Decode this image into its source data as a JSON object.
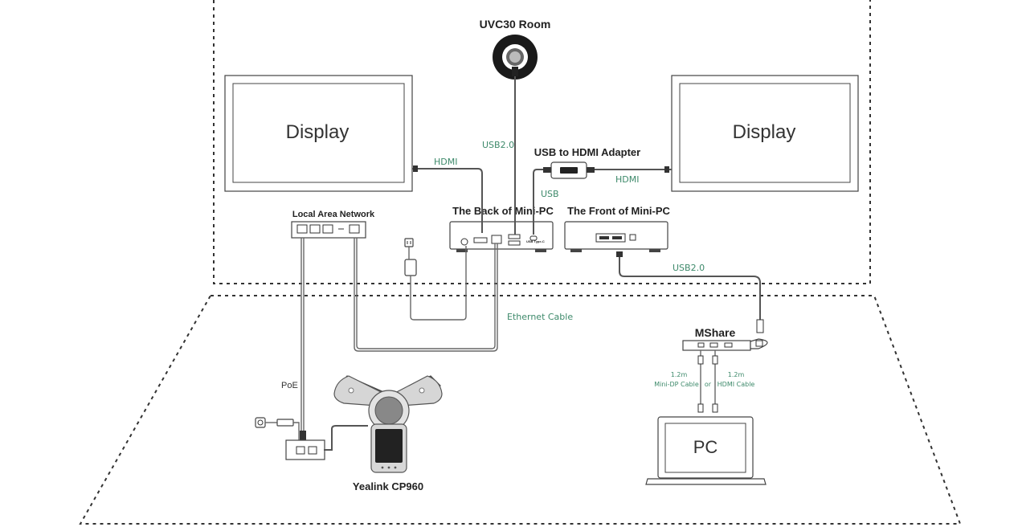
{
  "labels": {
    "uvc30": "UVC30 Room",
    "display_left": "Display",
    "display_right": "Display",
    "usb_hdmi_adapter": "USB to HDMI Adapter",
    "back_minipc": "The Back of Mini-PC",
    "front_minipc": "The Front of Mini-PC",
    "lan": "Local Area Network",
    "mshare": "MShare",
    "yealink": "Yealink CP960",
    "pc": "PC",
    "poe": "PoE",
    "usb_type_c": "USB Type-C"
  },
  "cables": {
    "hdmi_left": "HDMI",
    "usb20_top": "USB2.0",
    "hdmi_right": "HDMI",
    "usb": "USB",
    "usb20_front": "USB2.0",
    "ethernet": "Ethernet Cable",
    "minidp_len": "1.2m",
    "minidp": "Mini-DP Cable",
    "or": "or",
    "hdmi_len": "1.2m",
    "hdmi_cable": "HDMI Cable"
  },
  "colors": {
    "cable_label": "#3e8a6b",
    "outline": "#444444",
    "background": "#ffffff"
  }
}
